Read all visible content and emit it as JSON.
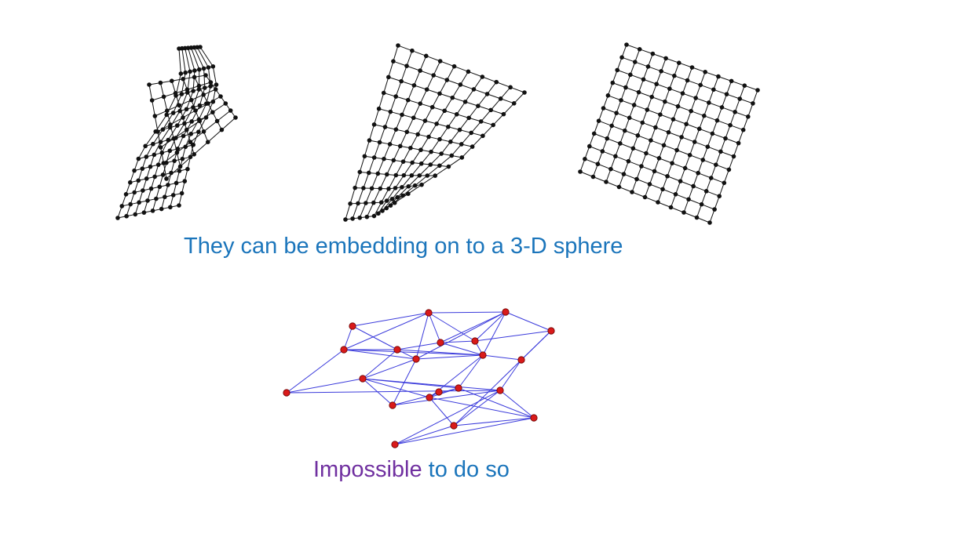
{
  "colors": {
    "background": "#ffffff",
    "caption_blue": "#1b75bb",
    "caption_purple": "#7030a0",
    "mesh_line": "#111111",
    "mesh_node": "#111111",
    "graph_edge": "#3a3adb",
    "graph_node_fill": "#d91a1a",
    "graph_node_stroke": "#6a0000"
  },
  "captions": {
    "embeddable": "They can be embedding on to a 3-D sphere",
    "impossible_purple": "Impossible",
    "impossible_rest": " to do so"
  },
  "figures": {
    "meshes": [
      {
        "name": "folded-mesh",
        "shape": "folded"
      },
      {
        "name": "curled-mesh",
        "shape": "curled"
      },
      {
        "name": "flat-mesh",
        "shape": "flat"
      }
    ],
    "random_graph": {
      "node_count": 21,
      "edges": [
        [
          0,
          1
        ],
        [
          0,
          3
        ],
        [
          0,
          2
        ],
        [
          1,
          2
        ],
        [
          1,
          6
        ],
        [
          1,
          4
        ],
        [
          1,
          5
        ],
        [
          1,
          7
        ],
        [
          2,
          3
        ],
        [
          2,
          7
        ],
        [
          2,
          8
        ],
        [
          3,
          4
        ],
        [
          3,
          7
        ],
        [
          3,
          8
        ],
        [
          3,
          9
        ],
        [
          4,
          5
        ],
        [
          4,
          6
        ],
        [
          4,
          8
        ],
        [
          5,
          6
        ],
        [
          5,
          8
        ],
        [
          6,
          7
        ],
        [
          6,
          8
        ],
        [
          7,
          8
        ],
        [
          7,
          9
        ],
        [
          7,
          10
        ],
        [
          8,
          13
        ],
        [
          8,
          11
        ],
        [
          8,
          12
        ],
        [
          9,
          10
        ],
        [
          9,
          11
        ],
        [
          9,
          12
        ],
        [
          9,
          14
        ],
        [
          10,
          12
        ],
        [
          10,
          14
        ],
        [
          11,
          12
        ],
        [
          11,
          15
        ],
        [
          11,
          16
        ],
        [
          12,
          16
        ],
        [
          13,
          14
        ],
        [
          14,
          15
        ],
        [
          14,
          16
        ],
        [
          14,
          17
        ],
        [
          15,
          16
        ],
        [
          15,
          17
        ],
        [
          15,
          18
        ],
        [
          16,
          17
        ],
        [
          14,
          19
        ],
        [
          11,
          20
        ]
      ]
    }
  }
}
